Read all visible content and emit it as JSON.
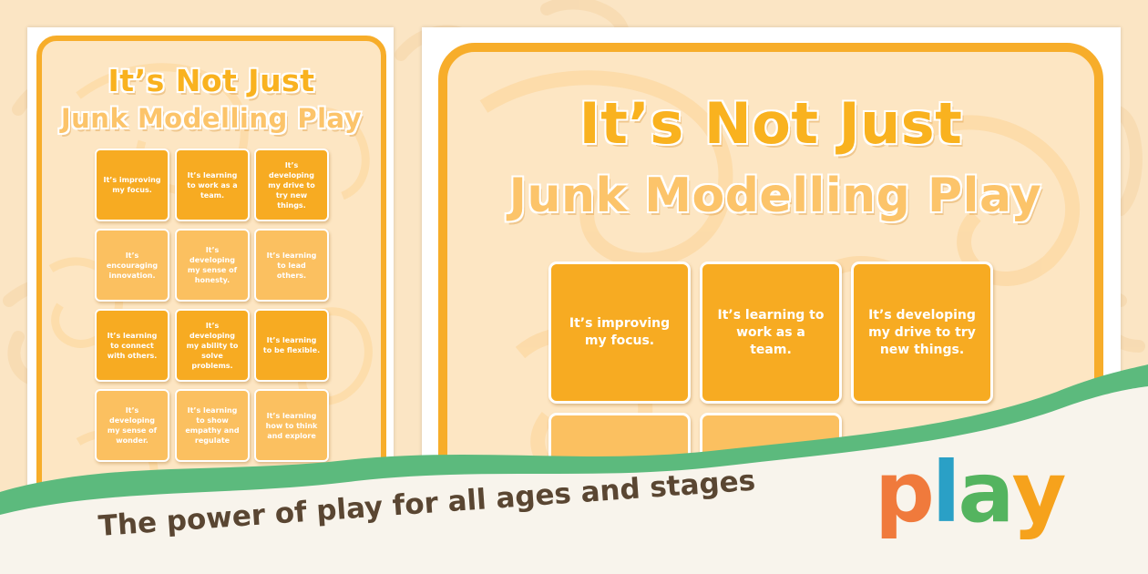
{
  "poster": {
    "title_line1": "It’s Not Just",
    "title_line2": "Junk Modelling Play",
    "cards": [
      {
        "text": "It’s improving my focus.",
        "tone": "dark"
      },
      {
        "text": "It’s learning to work as a team.",
        "tone": "dark"
      },
      {
        "text": "It’s developing my drive to try new things.",
        "tone": "dark"
      },
      {
        "text": "It’s encouraging innovation.",
        "tone": "light"
      },
      {
        "text": "It’s developing my sense of honesty.",
        "tone": "light"
      },
      {
        "text": "It’s learning to lead others.",
        "tone": "light"
      },
      {
        "text": "It’s learning to connect with others.",
        "tone": "dark"
      },
      {
        "text": "It’s developing my ability to solve problems.",
        "tone": "dark"
      },
      {
        "text": "It’s learning to be flexible.",
        "tone": "dark"
      },
      {
        "text": "It’s developing my sense of wonder.",
        "tone": "light"
      },
      {
        "text": "It’s learning to show empathy and regulate",
        "tone": "light"
      },
      {
        "text": "It’s learning how to think and explore",
        "tone": "light"
      }
    ]
  },
  "banner": {
    "tagline": "The power of play for all ages and stages",
    "logo_letters": [
      "p",
      "l",
      "a",
      "y"
    ]
  },
  "colors": {
    "background": "#fbe5c4",
    "poster_border": "#f7ad2a",
    "card_dark": "#f7ab22",
    "card_light": "#fbc060",
    "band_green": "#5cba7d",
    "band_cream": "#f8f4ec",
    "tagline": "#5a4632",
    "logo_p": "#f07a3c",
    "logo_l": "#2aa0c6",
    "logo_a": "#54b45f",
    "logo_y": "#f6a21c"
  }
}
